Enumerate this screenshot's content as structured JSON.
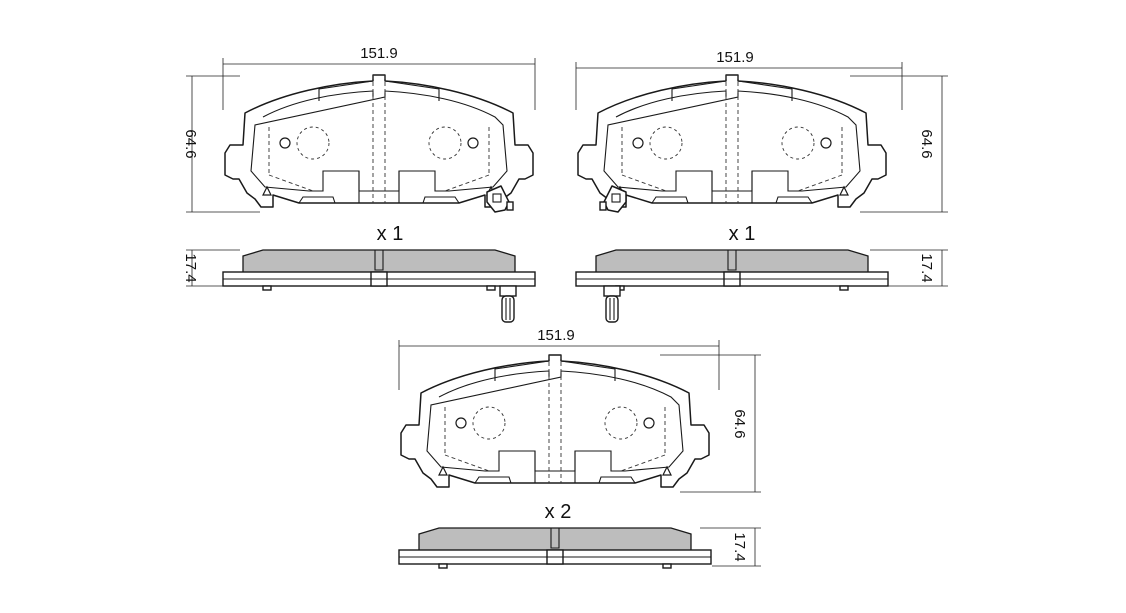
{
  "diagram": {
    "pads": [
      {
        "id": "pad-1",
        "width_label": "151.9",
        "height_label": "64.6",
        "thickness_label": "17.4",
        "quantity_label": "x 1",
        "sensor": "right"
      },
      {
        "id": "pad-2",
        "width_label": "151.9",
        "height_label": "64.6",
        "thickness_label": "17.4",
        "quantity_label": "x 1",
        "sensor": "left"
      },
      {
        "id": "pad-3",
        "width_label": "151.9",
        "height_label": "64.6",
        "thickness_label": "17.4",
        "quantity_label": "x 2",
        "sensor": "none"
      }
    ]
  }
}
